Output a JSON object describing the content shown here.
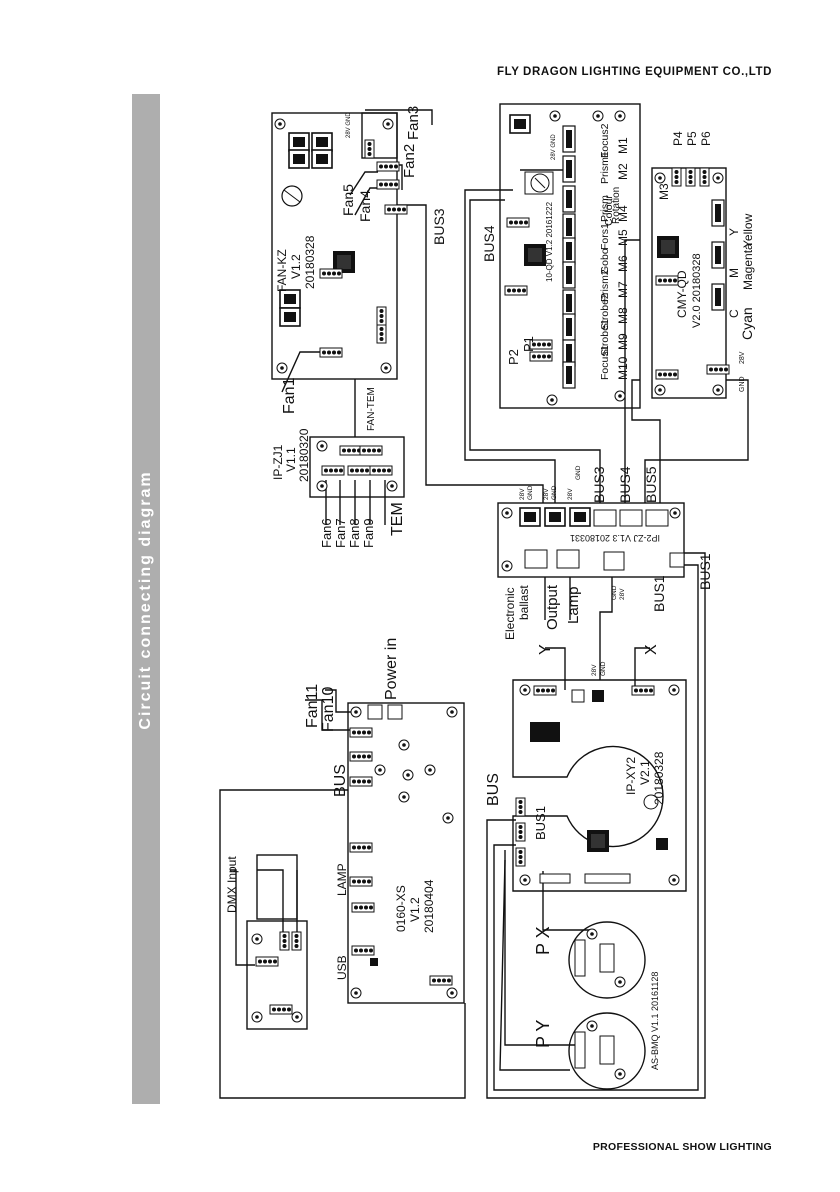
{
  "header": {
    "company": "FLY DRAGON LIGHTING EQUIPMENT CO.,LTD"
  },
  "footer": {
    "tagline": "PROFESSIONAL SHOW LIGHTING"
  },
  "sidebar": {
    "title": "Circuit connecting diagram"
  },
  "boards": {
    "fan_kz": {
      "name": "FAN-KZ",
      "ver": "V1.2",
      "date": "20180328",
      "fan1": "Fan1",
      "fan2": "Fan2",
      "fan3": "Fan3",
      "fan4": "Fan4",
      "fan5": "Fan5",
      "bus3": "BUS3",
      "fan_tem": "FAN-TEM"
    },
    "ip_zj1": {
      "name": "IP-ZJ1",
      "ver": "V1.1",
      "date": "20180320",
      "fan6": "Fan6",
      "fan7": "Fan7",
      "fan8": "Fan8",
      "fan9": "Fan9",
      "tem": "TEM"
    },
    "qd10": {
      "ver": "10-QD V1.2 20161222",
      "bus4": "BUS4",
      "p1": "P1",
      "p2": "P2",
      "motors": [
        {
          "fn1": "Focus2",
          "m": "M1"
        },
        {
          "fn1": "Prism1",
          "m": "M2"
        },
        {
          "fn1": "Prism",
          "fn2": "Rotation",
          "m": "M3"
        },
        {
          "fn1": "Colour",
          "m": "M4"
        },
        {
          "fn1": "Fors1",
          "m": "M5"
        },
        {
          "fn1": "Gobo",
          "m": "M6"
        },
        {
          "fn1": "Prism2",
          "m": "M7"
        },
        {
          "fn1": "Strobe2",
          "m": "M8"
        },
        {
          "fn1": "Strobe1",
          "m": "M9"
        },
        {
          "fn1": "Focus1",
          "m": "M10"
        }
      ]
    },
    "cmy_qd": {
      "name": "CMY-QD",
      "ver": "V2.0 20180328",
      "m3": "M3",
      "p4": "P4",
      "p5": "P5",
      "p6": "P6",
      "c": "C",
      "cyan": "Cyan",
      "m": "M",
      "magenta": "Magenta",
      "y": "Y",
      "yellow": "Yellow",
      "v28": "28V",
      "gnd": "GND"
    },
    "ip2_zj": {
      "ver": "IP2-ZJ V1.3 20180331",
      "v28": "28V",
      "gnd": "GND",
      "bus1": "BUS1",
      "bus3": "BUS3",
      "bus4": "BUS4",
      "bus5": "BUS5",
      "ballast1": "Electronic",
      "ballast2": "ballast",
      "output": "Output",
      "lamp": "Lamp"
    },
    "xs0160": {
      "name": "0160-XS",
      "ver": "V1.2",
      "date": "20180404",
      "fan10": "Fan10",
      "fan11": "Fan11",
      "power": "Power in",
      "bus": "BUS",
      "lamp": "LAMP",
      "usb": "USB",
      "dmx": "DMX  Input"
    },
    "ip_xy2": {
      "name": "IP-XY2",
      "ver": "V2.1",
      "date": "20180328",
      "x": "X",
      "y": "Y",
      "bus": "BUS",
      "bus1": "BUS1",
      "v28": "28V",
      "gnd": "GND"
    },
    "bmq": {
      "name": "AS-BMQ V1.1 20161128",
      "px": "P X",
      "py": "P Y"
    }
  }
}
